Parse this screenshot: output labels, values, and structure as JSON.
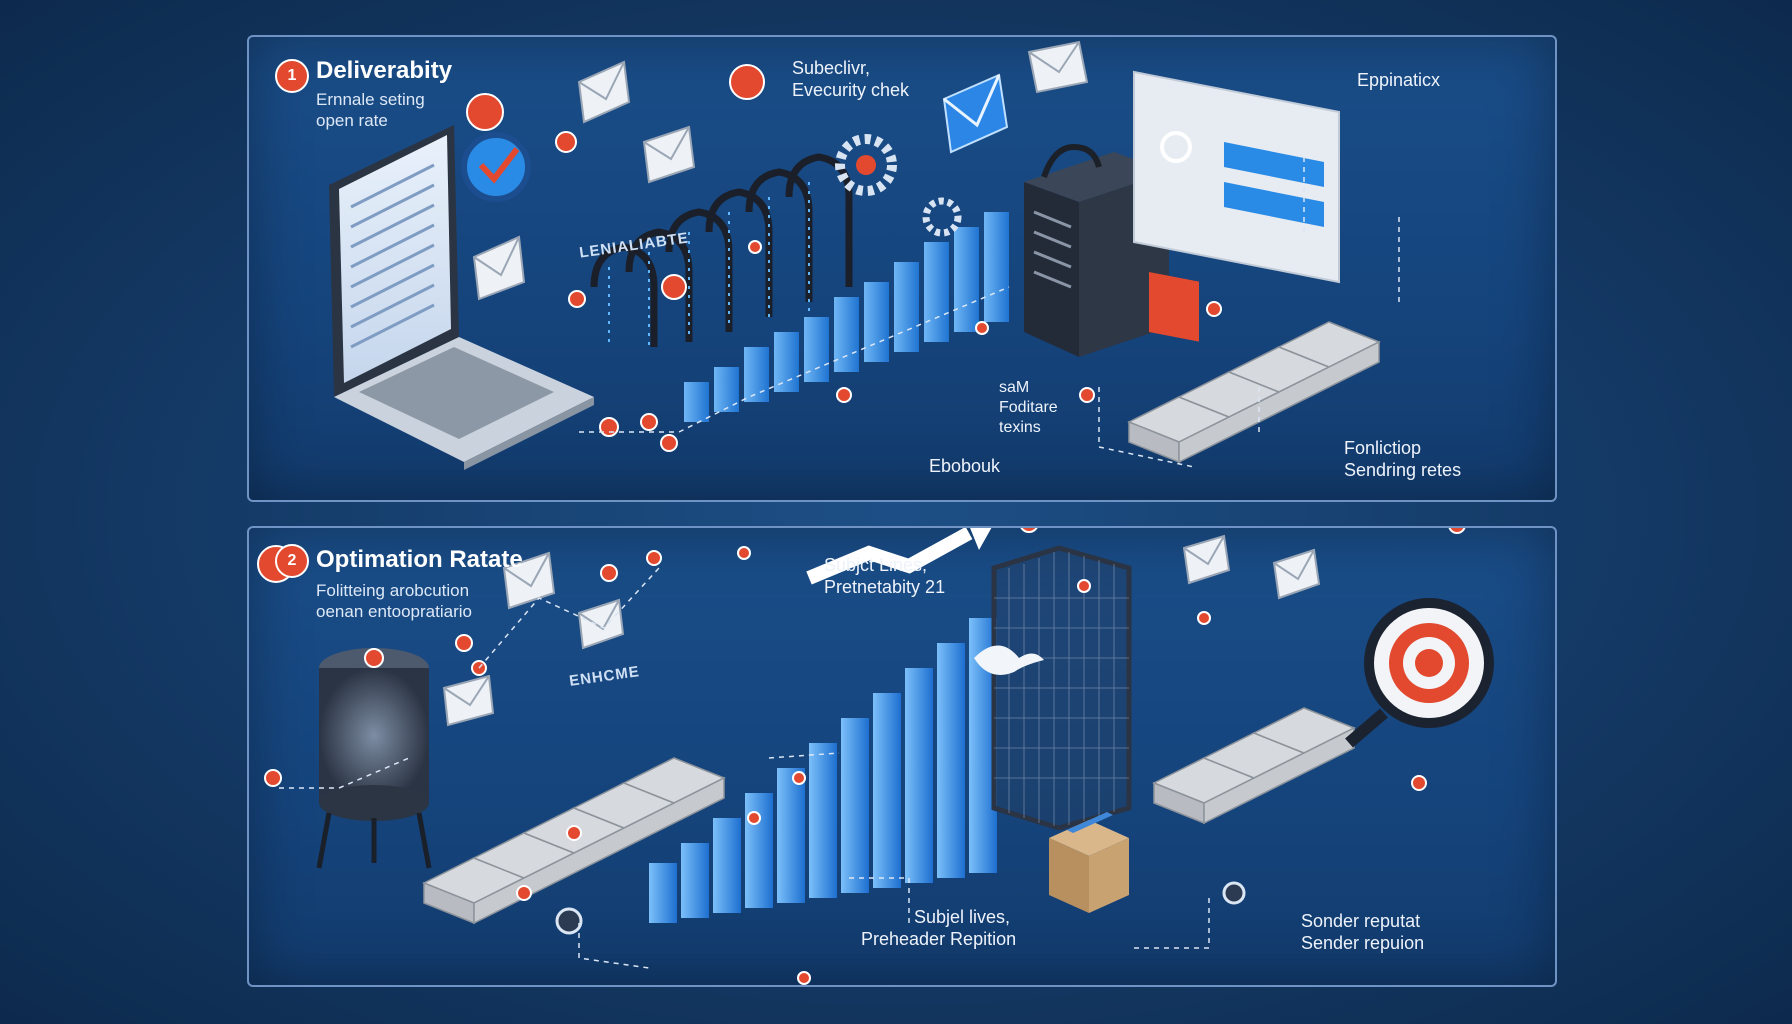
{
  "panels": [
    {
      "number": "1",
      "title": "Deliverabity",
      "subtitle_lines": [
        "Ernnale seting",
        "open rate"
      ],
      "labels": {
        "security_lines": [
          "Subeclivr,",
          "Evecurity chek"
        ],
        "epp": "Eppinaticx",
        "lenial": "LENIALIABTE",
        "sam_lines": [
          "saM",
          "Foditare",
          "texins"
        ],
        "ebook": "Ebobouk",
        "foncl_lines": [
          "Fonlictiop",
          "Sendring retes"
        ]
      }
    },
    {
      "number": "2",
      "title": "Optimation Ratate",
      "subtitle_lines": [
        "Folitteing arobcution",
        "oenan entoopratiario"
      ],
      "labels": {
        "subj_top_lines": [
          "Subjct Lines,",
          "Pretnetabity 21"
        ],
        "enhcme": "ENHCME",
        "subj_bottom_lines": [
          "Subjel lives,",
          "Preheader Repition"
        ],
        "sender_lines": [
          "Sonder reputat",
          "Sender repuion"
        ]
      }
    }
  ],
  "colors": {
    "accent_red": "#e2492f",
    "bar_blue": "#2f8fe8",
    "panel_border": "#6f93c4"
  },
  "icons": [
    "laptop-icon",
    "envelope-icon",
    "server-icon",
    "target-icon",
    "gear-icon",
    "package-icon",
    "tank-icon",
    "bird-icon",
    "arrow-up-icon",
    "magnifier-icon"
  ]
}
